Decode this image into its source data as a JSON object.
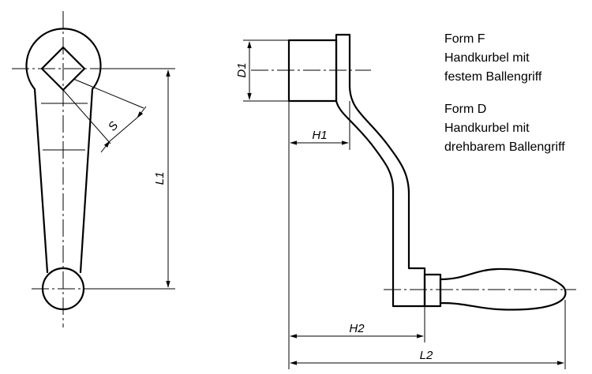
{
  "dimensions": {
    "s": "S",
    "l1": "L1",
    "d1": "D1",
    "h1": "H1",
    "h2": "H2",
    "l2": "L2"
  },
  "notes": [
    {
      "lines": [
        "Form F",
        "Handkurbel mit",
        "festem Ballengriff"
      ]
    },
    {
      "lines": [
        "Form D",
        "Handkurbel mit",
        "drehbarem Ballengriff"
      ]
    }
  ]
}
